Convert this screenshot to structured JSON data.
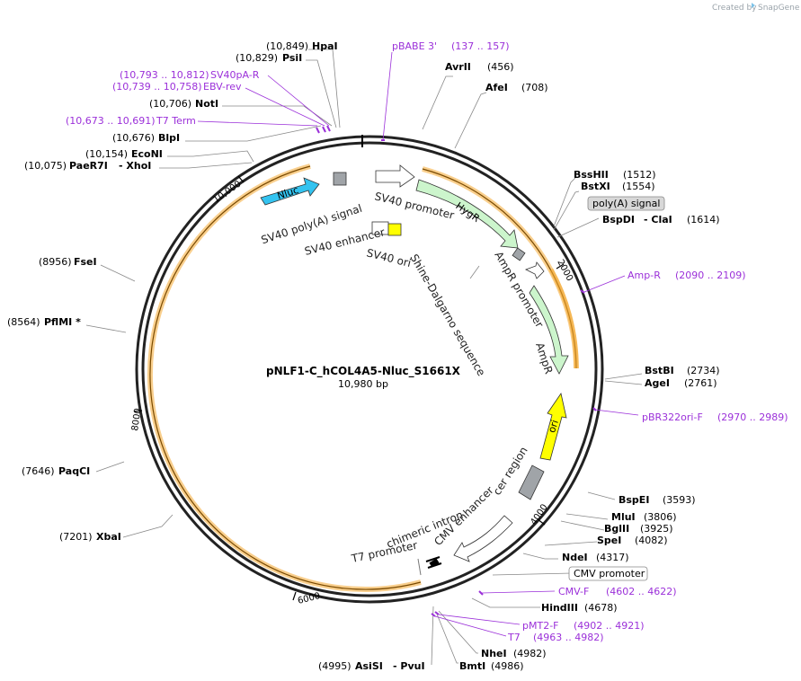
{
  "brand": {
    "created_by": "Created by",
    "name": "SnapGene"
  },
  "plasmid": {
    "name": "pNLF1-C_hCOL4A5-Nluc_S1661X",
    "length": "10,980 bp"
  },
  "ticks": [
    "2000",
    "4000",
    "6000",
    "8000",
    "10,000"
  ],
  "enzymes": [
    {
      "pos": "(10,849)",
      "name": "HpaI",
      "suffix": ""
    },
    {
      "pos": "(10,829)",
      "name": "PsiI",
      "suffix": ""
    },
    {
      "pos": "(10,706)",
      "name": "NotI",
      "suffix": ""
    },
    {
      "pos": "(10,676)",
      "name": "BlpI",
      "suffix": ""
    },
    {
      "pos": "(10,154)",
      "name": "EcoNI",
      "suffix": ""
    },
    {
      "pos": "(10,075)",
      "name": "PaeR7I",
      "suffix": "- XhoI"
    },
    {
      "pos": "(8956)",
      "name": "FseI",
      "suffix": ""
    },
    {
      "pos": "(8564)",
      "name": "PflMI *",
      "suffix": ""
    },
    {
      "pos": "(7646)",
      "name": "PaqCI",
      "suffix": ""
    },
    {
      "pos": "(7201)",
      "name": "XbaI",
      "suffix": ""
    },
    {
      "pos": "(4995)",
      "name": "AsiSI",
      "suffix": "- PvuI"
    },
    {
      "pos": "(456)",
      "name": "AvrII",
      "suffix": ""
    },
    {
      "pos": "(708)",
      "name": "AfeI",
      "suffix": ""
    },
    {
      "pos": "(1512)",
      "name": "BssHII",
      "suffix": ""
    },
    {
      "pos": "(1554)",
      "name": "BstXI",
      "suffix": ""
    },
    {
      "pos": "(1614)",
      "name": "BspDI",
      "suffix": "- ClaI"
    },
    {
      "pos": "(2734)",
      "name": "BstBI",
      "suffix": ""
    },
    {
      "pos": "(2761)",
      "name": "AgeI",
      "suffix": ""
    },
    {
      "pos": "(3593)",
      "name": "BspEI",
      "suffix": ""
    },
    {
      "pos": "(3806)",
      "name": "MluI",
      "suffix": ""
    },
    {
      "pos": "(3925)",
      "name": "BglII",
      "suffix": ""
    },
    {
      "pos": "(4082)",
      "name": "SpeI",
      "suffix": ""
    },
    {
      "pos": "(4317)",
      "name": "NdeI",
      "suffix": ""
    },
    {
      "pos": "(4678)",
      "name": "HindIII",
      "suffix": ""
    },
    {
      "pos": "(4982)",
      "name": "NheI",
      "suffix": ""
    },
    {
      "pos": "(4986)",
      "name": "BmtI",
      "suffix": ""
    }
  ],
  "primers": [
    {
      "name": "pBABE 3'",
      "range": "(137 .. 157)"
    },
    {
      "name": "SV40pA-R",
      "range": "(10,793 .. 10,812)"
    },
    {
      "name": "EBV-rev",
      "range": "(10,739 .. 10,758)"
    },
    {
      "name": "T7 Term",
      "range": "(10,673 .. 10,691)"
    },
    {
      "name": "Amp-R",
      "range": "(2090 .. 2109)"
    },
    {
      "name": "pBR322ori-F",
      "range": "(2970 .. 2989)"
    },
    {
      "name": "CMV-F",
      "range": "(4602 .. 4622)"
    },
    {
      "name": "pMT2-F",
      "range": "(4902 .. 4921)"
    },
    {
      "name": "T7",
      "range": "(4963 .. 4982)"
    }
  ],
  "boxed_features": [
    "poly(A) signal",
    "CMV promoter"
  ],
  "features": {
    "nluc": "Nluc",
    "sv40_polya": "SV40 poly(A) signal",
    "sv40_promoter": "SV40 promoter",
    "hygr": "HygR",
    "sv40_enhancer": "SV40 enhancer",
    "sv40_ori": "SV40 ori",
    "shine": "Shine-Dalgarno sequence",
    "ampr_promoter": "AmpR promoter",
    "ampr": "AmpR",
    "ori": "ori",
    "cer": "cer region",
    "cmv_enhancer": "CMV enhancer",
    "chimeric": "chimeric intron",
    "t7_promoter": "T7 promoter"
  },
  "colors": {
    "nluc": "#33c3f0",
    "hygr": "#ccf5cc",
    "ampr": "#ccf5cc",
    "ori": "#ffff00",
    "orf": "#f4a830",
    "primer": "#9b30d9",
    "sv40_ori": "#ffff00"
  }
}
